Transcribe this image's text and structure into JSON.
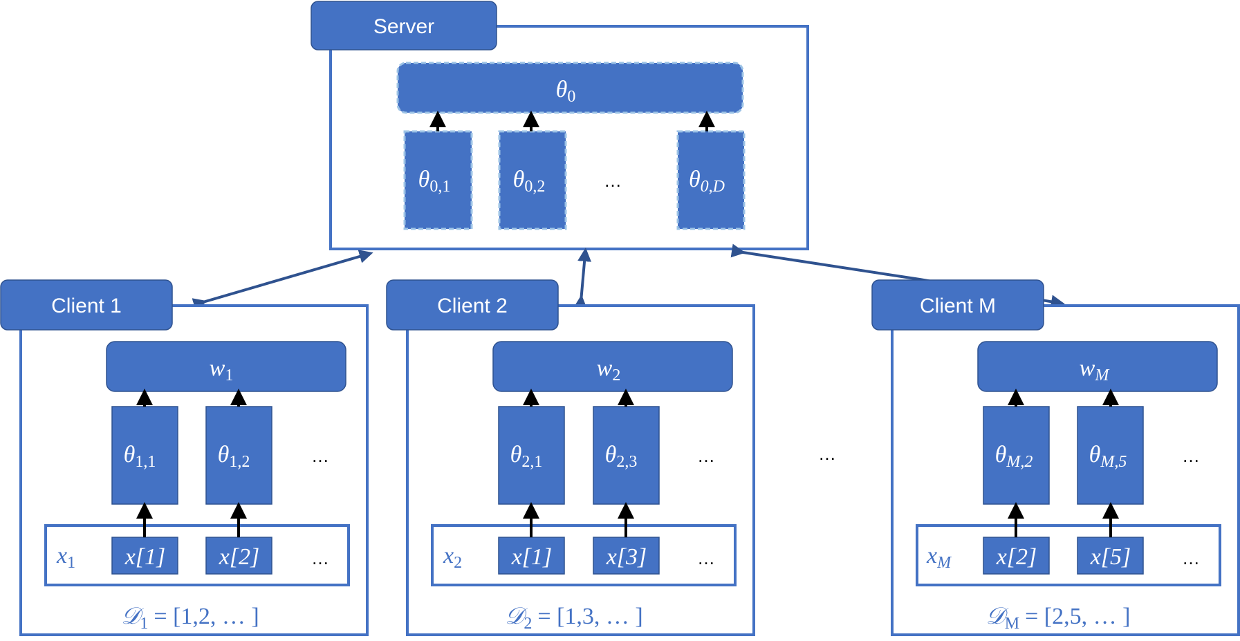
{
  "server": {
    "title": "Server",
    "aggregate": {
      "sym": "θ",
      "sub": "0"
    },
    "params": [
      {
        "sym": "θ",
        "sub": "0,1"
      },
      {
        "sym": "θ",
        "sub": "0,2"
      },
      {
        "sym": "θ",
        "sub": "0,D"
      }
    ],
    "ellipsis": "…"
  },
  "clients": [
    {
      "title": "Client 1",
      "weight": {
        "sym": "w",
        "sub": "1"
      },
      "params": [
        {
          "sym": "θ",
          "sub": "1,1"
        },
        {
          "sym": "θ",
          "sub": "1,2"
        }
      ],
      "input": {
        "sym": "x",
        "sub": "1"
      },
      "features": [
        "x[1]",
        "x[2]"
      ],
      "ellipsis": "…",
      "dataset": {
        "sym": "𝒟",
        "sub": "1",
        "rhs": "= [1,2, … ]"
      }
    },
    {
      "title": "Client 2",
      "weight": {
        "sym": "w",
        "sub": "2"
      },
      "params": [
        {
          "sym": "θ",
          "sub": "2,1"
        },
        {
          "sym": "θ",
          "sub": "2,3"
        }
      ],
      "input": {
        "sym": "x",
        "sub": "2"
      },
      "features": [
        "x[1]",
        "x[3]"
      ],
      "ellipsis": "…",
      "dataset": {
        "sym": "𝒟",
        "sub": "2",
        "rhs": "= [1,3, … ]"
      }
    },
    {
      "title": "Client M",
      "weight": {
        "sym": "w",
        "sub": "M"
      },
      "params": [
        {
          "sym": "θ",
          "sub": "M,2"
        },
        {
          "sym": "θ",
          "sub": "M,5"
        }
      ],
      "input": {
        "sym": "x",
        "sub": "M"
      },
      "features": [
        "x[2]",
        "x[5]"
      ],
      "ellipsis": "…",
      "dataset": {
        "sym": "𝒟",
        "sub": "M",
        "rhs": "= [2,5, … ]"
      }
    }
  ],
  "between_clients_ellipsis": "…",
  "colors": {
    "fill": "#4472c4",
    "border": "#2f528f",
    "dashed": "#9dc3e6",
    "arrow": "#000000"
  }
}
